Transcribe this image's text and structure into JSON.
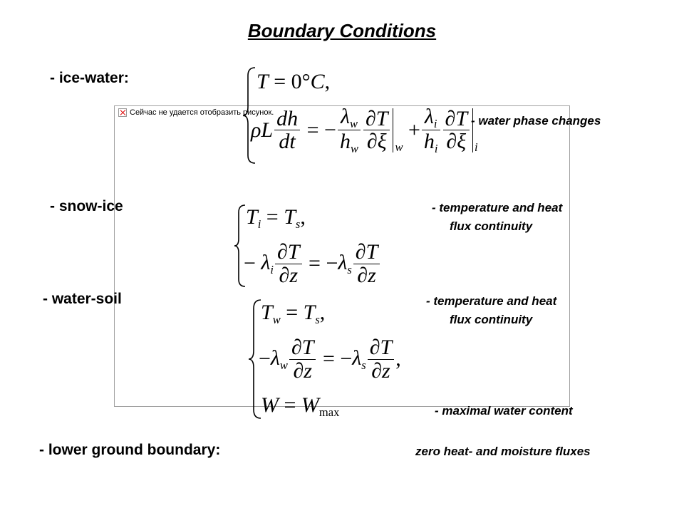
{
  "slide": {
    "title": "Boundary Conditions",
    "image_placeholder": "Сейчас не удается отобразить рисунок."
  },
  "sections": {
    "ice_water": {
      "label": "- ice-water:",
      "note": "- water phase changes",
      "eq1": "T = 0°C,",
      "eq2_lhs": "ρL",
      "eq2_tail": ""
    },
    "snow_ice": {
      "label": "- snow-ice",
      "note_line1": "- temperature and heat",
      "note_line2": "flux continuity"
    },
    "water_soil": {
      "label": "- water-soil",
      "note_line1": "- temperature and heat",
      "note_line2": "flux continuity",
      "note_max": "- maximal water content"
    },
    "lower_ground": {
      "label": "- lower ground boundary:",
      "note": "zero heat- and moisture fluxes"
    }
  }
}
